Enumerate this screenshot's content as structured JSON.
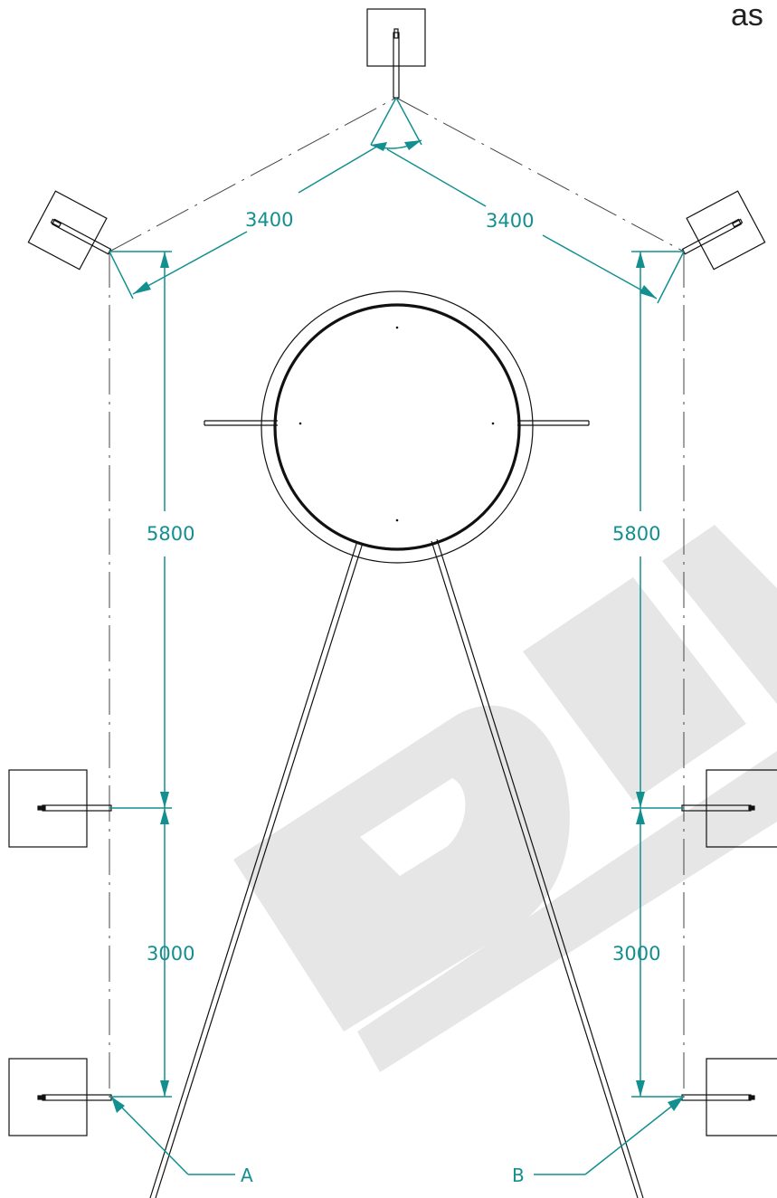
{
  "header": {
    "corner_text": "as"
  },
  "dimensions": {
    "top_left_span": "3400",
    "top_right_span": "3400",
    "left_upper_span": "5800",
    "right_upper_span": "5800",
    "left_lower_span": "3000",
    "right_lower_span": "3000"
  },
  "callouts": {
    "left": "A",
    "right": "B"
  },
  "colors": {
    "dimension": "#138f8f",
    "outline": "#111111",
    "construction": "#444444",
    "watermark": "#e6e6e6"
  },
  "watermark": {
    "icon": "watermark-logo-icon"
  }
}
